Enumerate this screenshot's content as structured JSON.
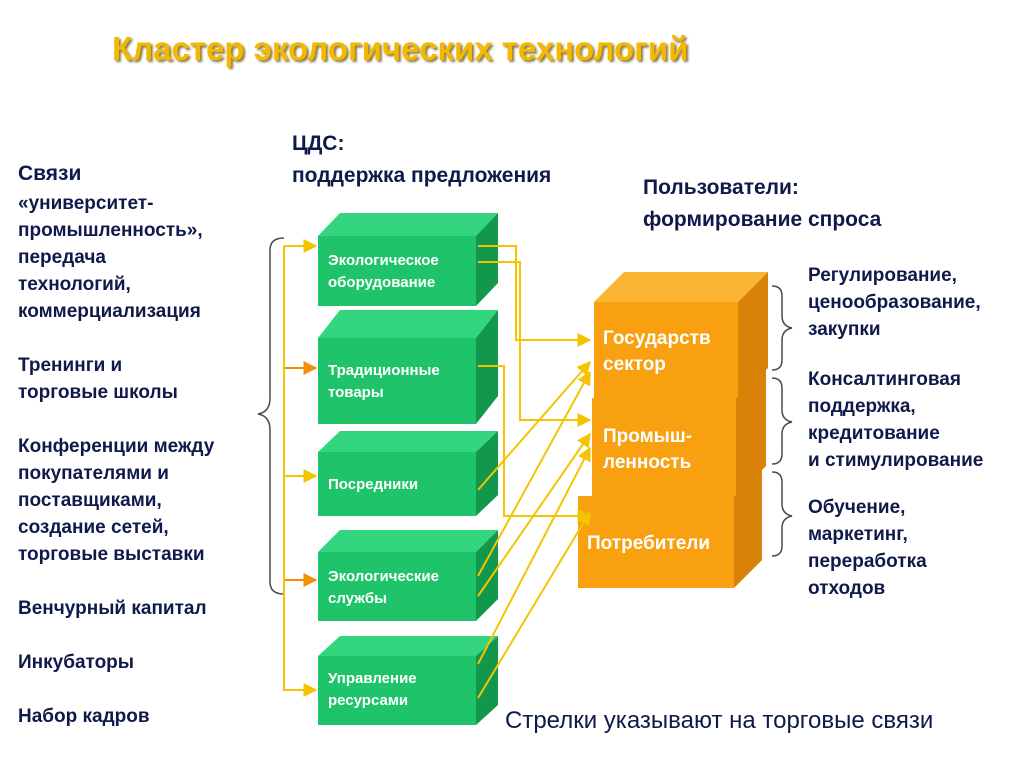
{
  "title": "Кластер экологических технологий",
  "left": {
    "heading": "Связи",
    "lines_group1": [
      "«университет-",
      "промышленность»,",
      "передача",
      "технологий,",
      "коммерциализация"
    ],
    "lines_group2": [
      "Тренинги и",
      "торговые школы"
    ],
    "lines_group3": [
      "Конференции между",
      "покупателями и",
      "поставщиками,",
      "создание сетей,",
      "торговые выставки"
    ],
    "item_venture": "Венчурный капитал",
    "item_incubators": "Инкубаторы",
    "item_staff": "Набор кадров"
  },
  "cds": {
    "line1": "ЦДС:",
    "line2": "поддержка предложения"
  },
  "users": {
    "line1": "Пользователи:",
    "line2": "формирование спроса"
  },
  "supply_boxes": [
    {
      "line1": "Экологическое",
      "line2": "оборудование"
    },
    {
      "line1": "Традиционные",
      "line2": "товары"
    },
    {
      "line1": "Посредники",
      "line2": ""
    },
    {
      "line1": "Экологические",
      "line2": "службы"
    },
    {
      "line1": "Управление",
      "line2": "ресурсами"
    }
  ],
  "demand_boxes": [
    {
      "line1": "Государств",
      "line2": "сектор"
    },
    {
      "line1": "Промыш-",
      "line2": "ленность"
    },
    {
      "line1": "Потребители",
      "line2": ""
    }
  ],
  "right_notes": [
    {
      "lines": [
        "Регулирование,",
        "ценообразование,",
        "закупки"
      ]
    },
    {
      "lines": [
        "Консалтинговая",
        "поддержка,",
        "кредитование",
        "и стимулирование"
      ]
    },
    {
      "lines": [
        "Обучение,",
        "маркетинг,",
        "переработка",
        "отходов"
      ]
    }
  ],
  "footer": "Стрелки указывают на торговые связи",
  "colors": {
    "title": "#f5b800",
    "green_front": "#1fc46a",
    "green_top": "#33d67e",
    "green_side": "#11984c",
    "orange_front": "#f8a010",
    "orange_top": "#fbb733",
    "orange_side": "#d9820a",
    "arrow_yellow": "#f5c400",
    "arrow_orange": "#f59000",
    "text": "#0f1a4a"
  }
}
